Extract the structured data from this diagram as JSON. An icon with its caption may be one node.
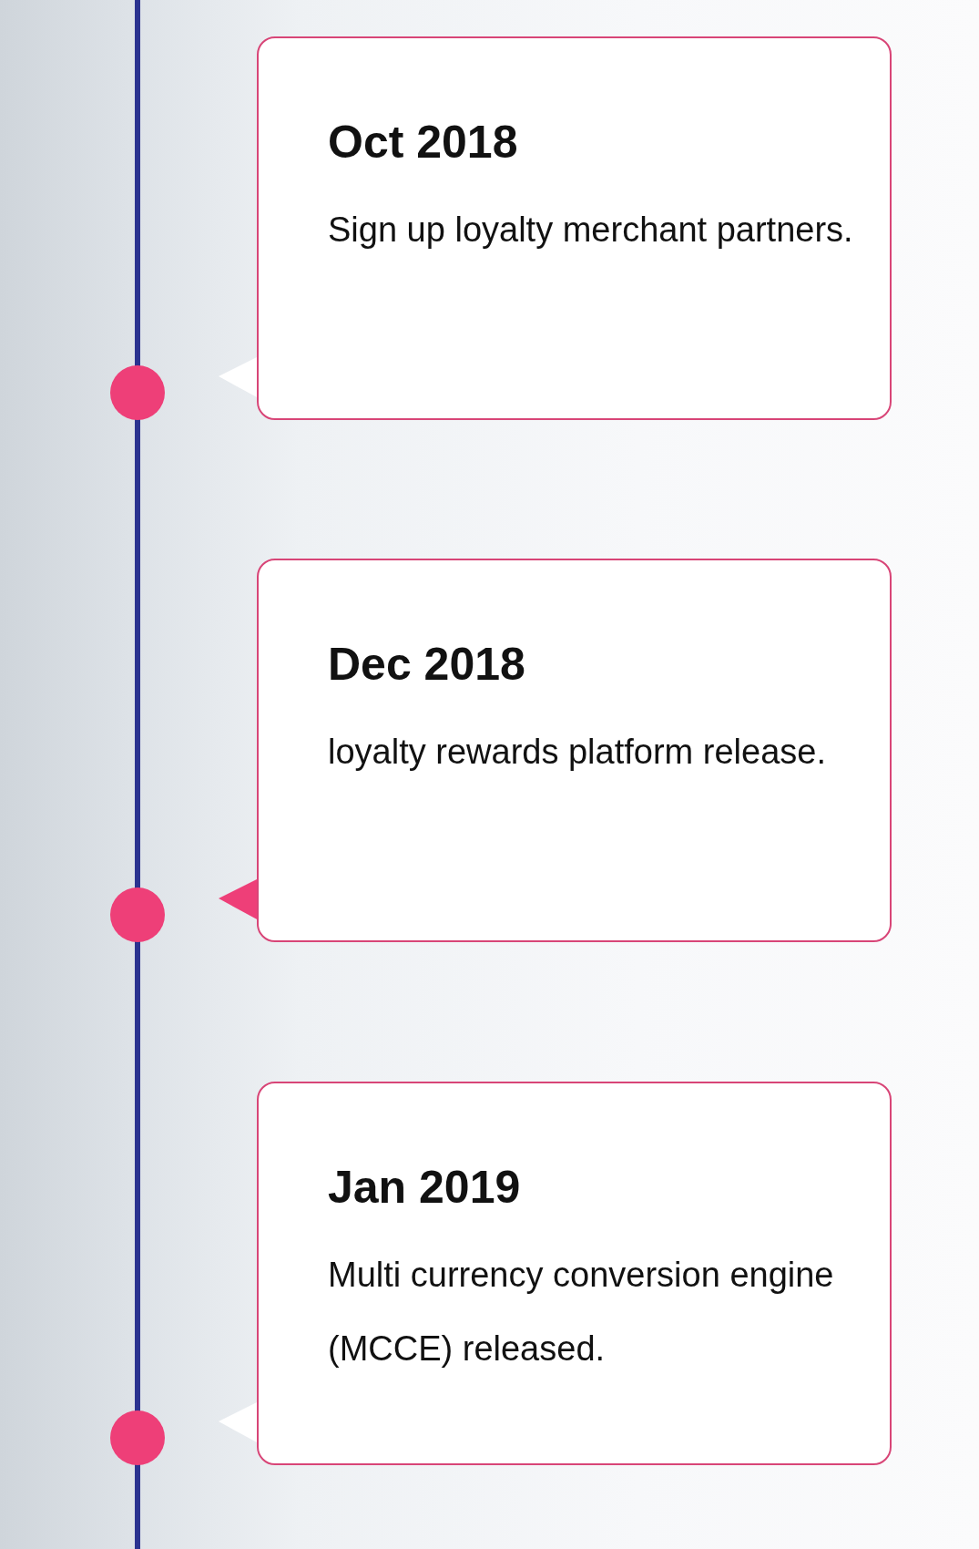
{
  "diagram": {
    "nodes": [
      {
        "text": [
          "Oct 2018",
          "Sign up loyalty merchant partners."
        ]
      },
      {
        "text": [
          "Dec 2018",
          "loyalty rewards platform release."
        ]
      },
      {
        "text": [
          "Jan 2019",
          "Multi currency conversion engine (MCCE) released."
        ]
      }
    ]
  }
}
